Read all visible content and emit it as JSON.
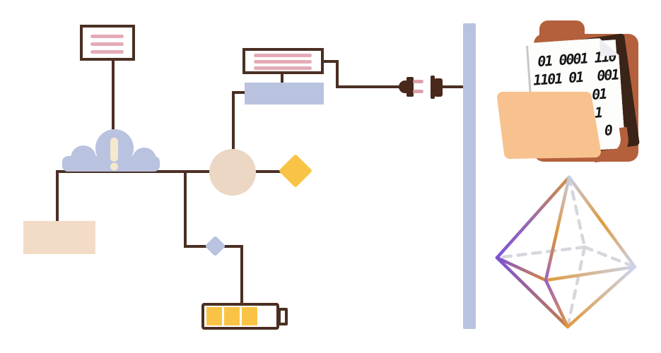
{
  "illustration": {
    "description": "flowchart-and-data illustration",
    "palette": {
      "background": "#ffffff",
      "line_brown": "#4b2f24",
      "lavender": "#b9c3df",
      "pink_text_line": "#e3abb7",
      "cream_exclamation": "#f5e8cd",
      "peach_rect": "#f3dcc7",
      "peach_circle": "#ecd6c4",
      "yellow": "#f9c446",
      "plug_brown": "#48291c",
      "prong_pink": "#dea1ab",
      "folder_sienna": "#b4603c",
      "folder_front_peach": "#f8c28e",
      "clipboard_dark": "#3a2417",
      "octa_purple": "#7d52d6",
      "octa_orange": "#e0993a",
      "octa_pale": "#ccd5ee",
      "octa_dashed_gray": "#d6d6dd"
    },
    "folder_paper": {
      "lines": [
        "01 0001 110",
        "1101 01  001",
        "01",
        "1",
        "0"
      ]
    },
    "icons": [
      "document-card",
      "cloud-alert",
      "exclamation-mark",
      "circle-node",
      "yellow-diamond-node",
      "small-diamond-connector",
      "peach-rect-node",
      "lavender-rect-node",
      "battery",
      "power-plug",
      "power-socket",
      "divider-bar",
      "data-folder",
      "binary-paper",
      "octahedron-wireframe"
    ]
  }
}
